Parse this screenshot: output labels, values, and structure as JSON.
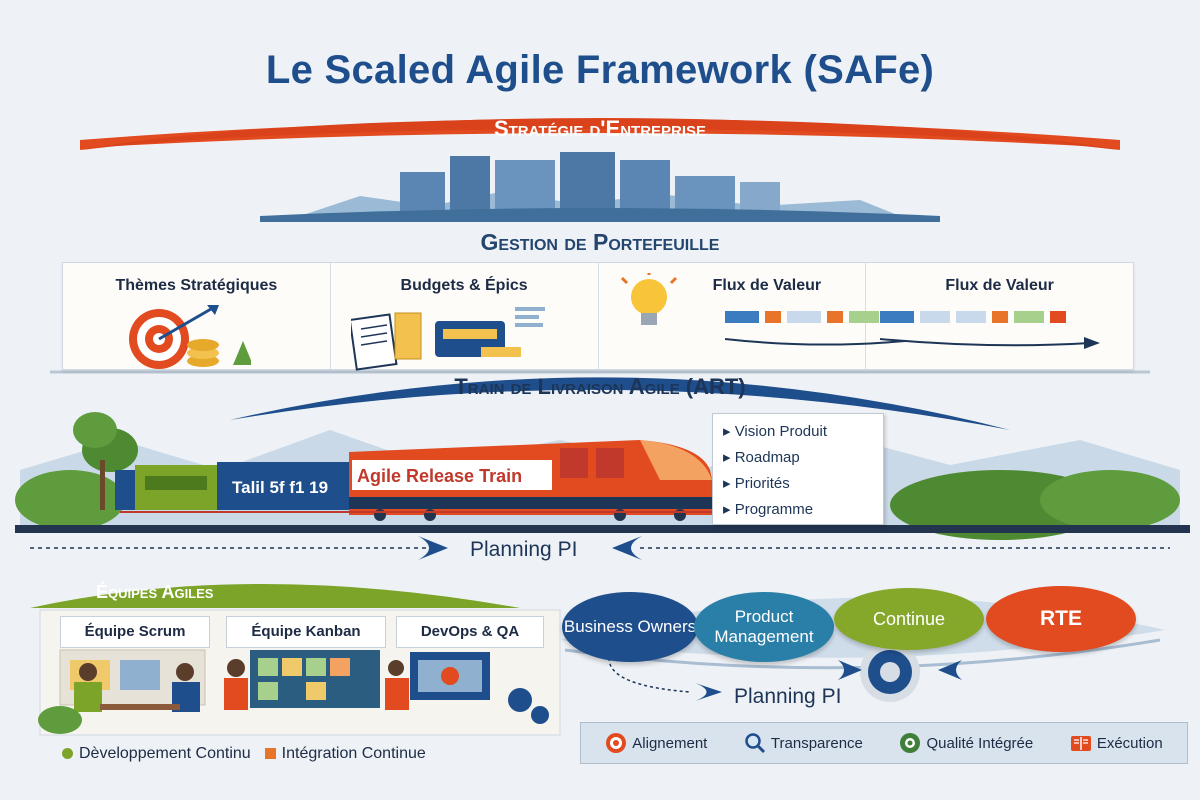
{
  "title": "Le Scaled Agile Framework (SAFe)",
  "strategy": {
    "label": "Stratégie d'Entreprise",
    "color": "#e24a1f"
  },
  "portfolio": {
    "title": "Gestion de Portefeuille",
    "columns": [
      {
        "label": "Thèmes Stratégiques",
        "icon": "target-icon"
      },
      {
        "label": "Budgets & Épics",
        "icon": "documents-icon"
      },
      {
        "label": "Flux de Valeur",
        "icon": "lightbulb-icon"
      },
      {
        "label": "Flux de Valeur",
        "icon": "value-stream-icon"
      }
    ]
  },
  "art": {
    "title": "Train de Livraison Agile (ART)",
    "train_label": "Agile Release Train",
    "car_label": "Talil 5f f1 19",
    "items": [
      "Vision Produit",
      "Roadmap",
      "Priorités",
      "Programme"
    ]
  },
  "planning_top": "Planning PI",
  "teams": {
    "title": "Équipes Agiles",
    "list": [
      "Équipe Scrum",
      "Équipe Kanban",
      "DevOps & QA"
    ]
  },
  "roles": [
    {
      "label": "Business Owners",
      "color": "#1f4e8c"
    },
    {
      "label": "Product Management",
      "color": "#2a7fa8"
    },
    {
      "label": "Continue",
      "color": "#86a82a"
    },
    {
      "label": "RTE",
      "color": "#e24a1f"
    }
  ],
  "planning_bottom": "Planning PI",
  "values": [
    {
      "label": "Alignement",
      "icon": "target-icon"
    },
    {
      "label": "Transparence",
      "icon": "magnifier-icon"
    },
    {
      "label": "Qualité Intégrée",
      "icon": "gear-icon"
    },
    {
      "label": "Exécution",
      "icon": "book-icon"
    }
  ],
  "legend": [
    {
      "label": "Dèveloppement Continu",
      "color": "#7ba428"
    },
    {
      "label": "Intégration Continue",
      "color": "#e8742a"
    }
  ]
}
